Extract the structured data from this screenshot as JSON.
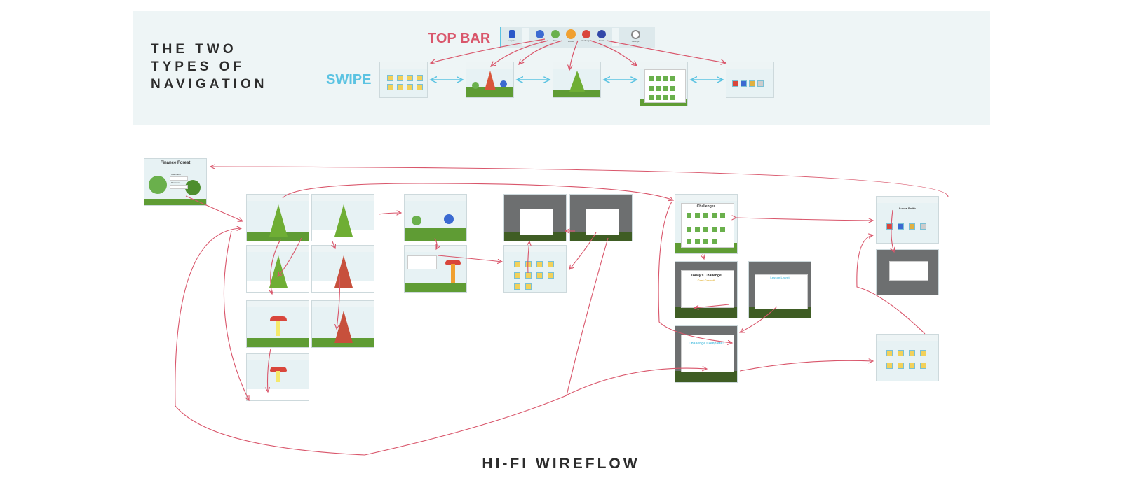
{
  "nav_panel": {
    "title": "THE TWO\nTYPES OF\nNAVIGATION",
    "top_bar_label": "TOP BAR",
    "swipe_label": "SWIPE",
    "top_bar_items": [
      {
        "label": "Log Out",
        "color": "#2a57c8"
      },
      {
        "label": "Shop",
        "color": "#3b6ad1"
      },
      {
        "label": "Tree",
        "color": "#6ab04c"
      },
      {
        "label": "Forest",
        "color": "#f0a030"
      },
      {
        "label": "Challenges",
        "color": "#d9463b"
      },
      {
        "label": "Profile",
        "color": "#3247a8"
      },
      {
        "label": "Settings",
        "color": "#888888"
      }
    ]
  },
  "screens": {
    "login_title": "Finance Forest",
    "login_fields": [
      "Username",
      "Password"
    ],
    "challenges_title": "Challenges",
    "todays_challenge_title": "Today's Challenge",
    "todays_challenge_subtitle": "Cost Council",
    "learn_lesson_title": "Lesson Learnt",
    "challenge_complete_title": "Challenge Complete!",
    "profile_name": "Lucca Smith"
  },
  "colors": {
    "arrow": "#d9566b",
    "swipe_arrow": "#5bc3e2",
    "panel_bg": "#eef5f6",
    "grass": "#5f9c34"
  },
  "wireflow_title": "HI-FI WIREFLOW"
}
